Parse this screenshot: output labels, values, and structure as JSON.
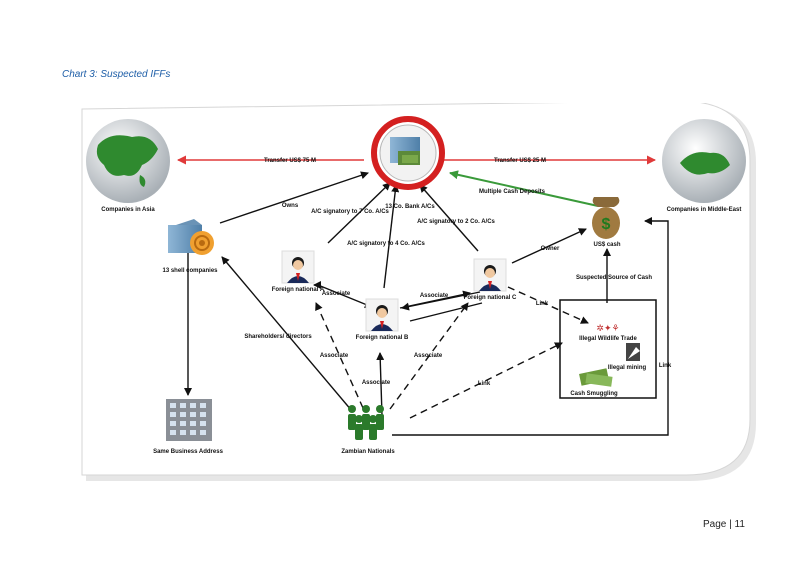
{
  "caption": "Chart 3: Suspected IFFs",
  "page_label": "Page | 11",
  "nodes": {
    "asia": "Companies in Asia",
    "middle_east": "Companies in Middle-East",
    "bank": "13 Co. Bank A/Cs",
    "shell": "13 shell companies",
    "fn_a": "Foreign national A",
    "fn_b": "Foreign national B",
    "fn_c": "Foreign national C",
    "usd_cash": "US$ cash",
    "suspected": "Suspected Source of Cash",
    "wildlife": "Illegal Wildlife Trade",
    "mining": "Illegal mining",
    "smuggling": "Cash Smuggling",
    "same_address": "Same Business Address",
    "zambian": "Zambian Nationals"
  },
  "edges": {
    "transfer_asia": "Transfer US$ 75 M",
    "transfer_me": "Transfer US$ 25 M",
    "multiple_cash": "Multiple Cash Deposits",
    "owns": "Owns",
    "owner": "Owner",
    "ac7": "A/C signatory to 7 Co. A/Cs",
    "ac4": "A/C signatory to 4 Co. A/Cs",
    "ac2": "A/C signatory to 2 Co. A/Cs",
    "associate_ab": "Associate",
    "associate_bc": "Associate",
    "associate_za": "Associate",
    "associate_zb": "Associate",
    "associate_zc": "Associate",
    "shareholders": "Shareholders/ directors",
    "link_c": "Link",
    "link_z": "Link",
    "link_right": "Link"
  },
  "colors": {
    "caption": "#1f5fa8",
    "red_arrow": "#e03a3a",
    "green_arrow": "#3a9a3a",
    "bank_ring": "#d42020",
    "person": "#2b7a2b"
  }
}
